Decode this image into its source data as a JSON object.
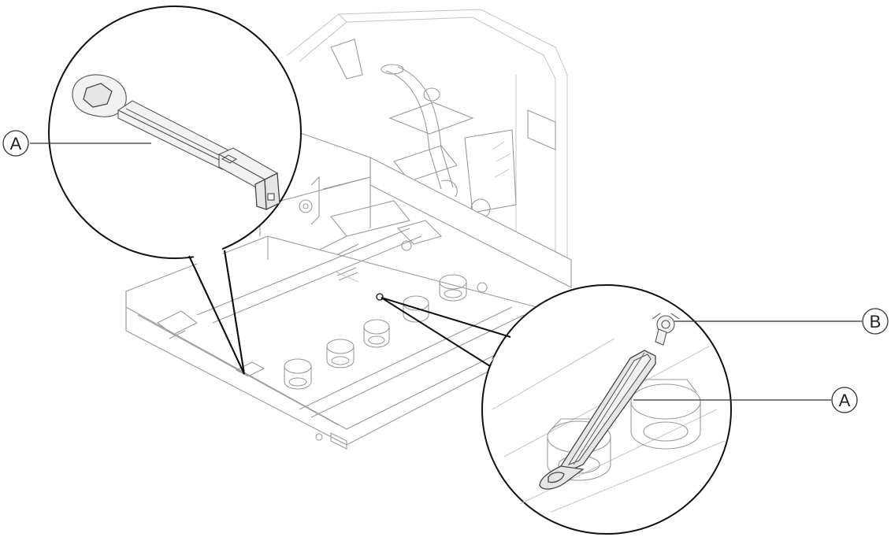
{
  "callouts": [
    {
      "id": "A1",
      "label": "A"
    },
    {
      "id": "B",
      "label": "B"
    },
    {
      "id": "A2",
      "label": "A"
    }
  ],
  "colors": {
    "outline": "#111111",
    "appliance_lines": "#9a9a9a",
    "tool_fill": "#e6e6e6"
  }
}
